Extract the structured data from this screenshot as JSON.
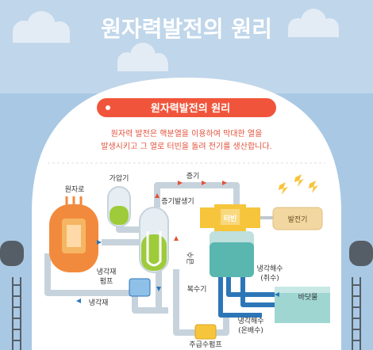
{
  "title": "원자력발전의 원리",
  "card": {
    "title": "원자력발전의 원리",
    "desc_line1": "원자력 발전은 핵분열을 이용하여 막대한 열을",
    "desc_line2": "발생시키고 그 열로 터빈을 돌려 전기를 생산합니다."
  },
  "labels": {
    "reactor": "원자로",
    "pressurizer": "가압기",
    "steam": "증기",
    "steam_generator": "증기발생기",
    "turbine": "터빈",
    "generator": "발전기",
    "feedwater": "급수",
    "condenser": "복수기",
    "coolant_pump_1": "냉각재",
    "coolant_pump_2": "펌프",
    "coolant": "냉각재",
    "cooling_in_1": "냉각해수",
    "cooling_in_2": "(취수)",
    "cooling_out_1": "냉각해수",
    "cooling_out_2": "(온배수)",
    "sea": "바닷물",
    "main_pump": "주급수펌프"
  },
  "colors": {
    "sky": "#a9c8e4",
    "title_band": "#c9dced",
    "card_red": "#f0553b",
    "desc_red": "#e2513a",
    "reactor_orange": "#f28a3d",
    "fuel_orange": "#f6b562",
    "green_water": "#9dcb3a",
    "pipe_gray": "#c7d3dc",
    "pipe_blue": "#2c76b8",
    "turbine_yellow": "#f6c53b",
    "generator_tan": "#f2d7a0",
    "sea_teal": "#9fd6d2",
    "condenser_teal": "#59b7b0"
  }
}
